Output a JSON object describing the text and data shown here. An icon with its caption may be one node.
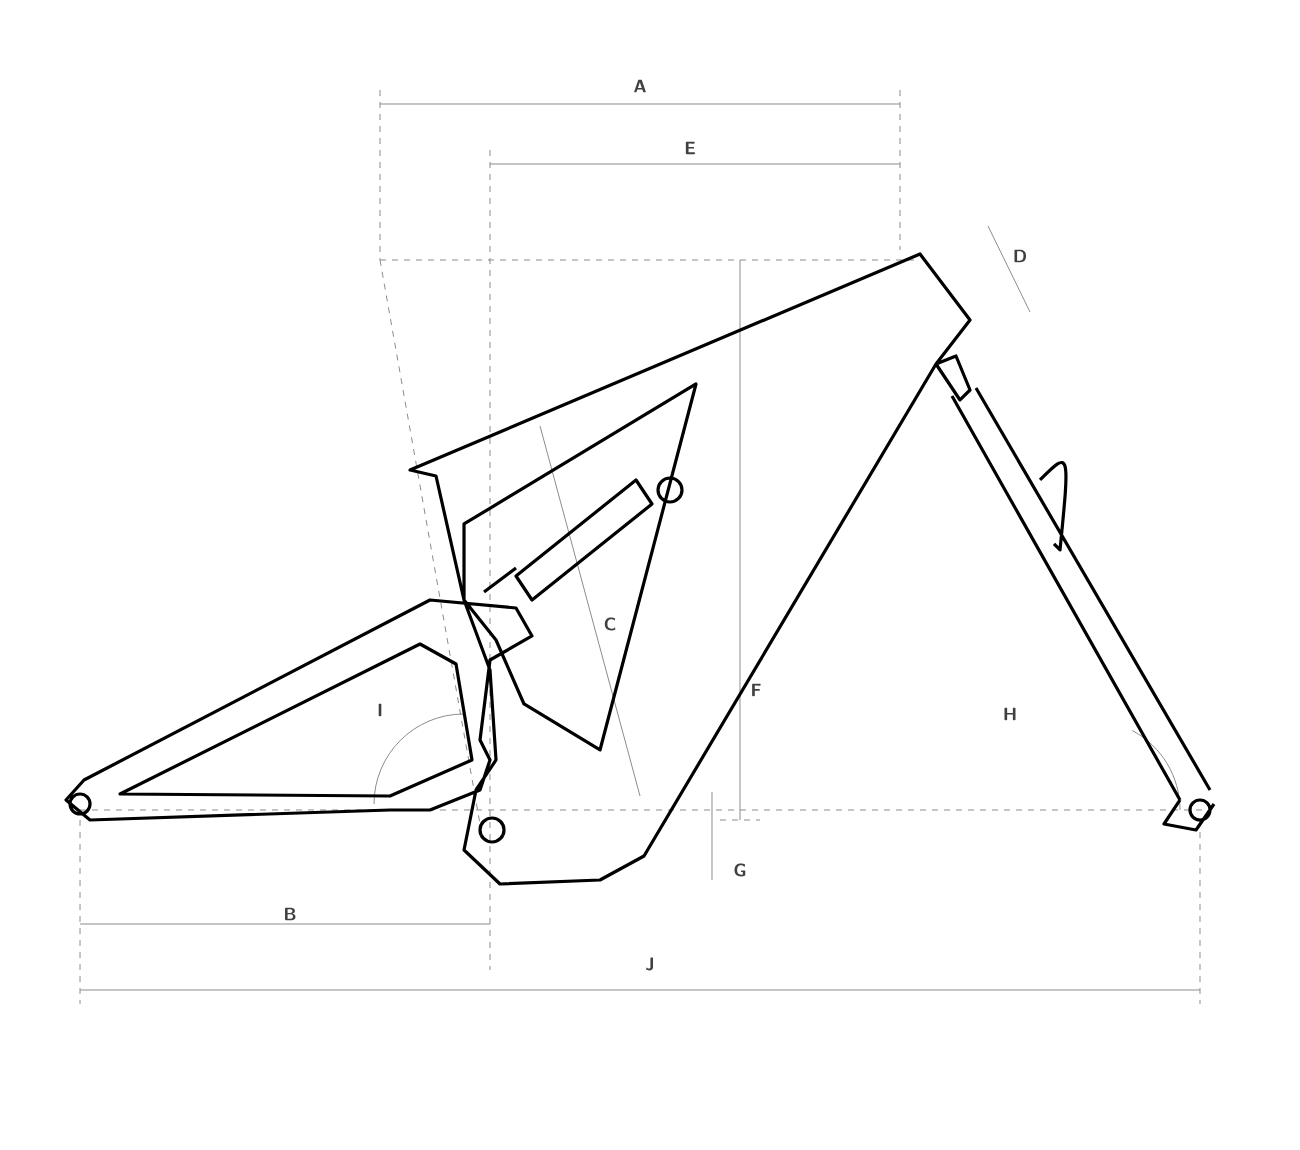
{
  "diagram": {
    "labels": [
      "A",
      "E",
      "D",
      "C",
      "F",
      "I",
      "H",
      "G",
      "B",
      "J"
    ]
  }
}
